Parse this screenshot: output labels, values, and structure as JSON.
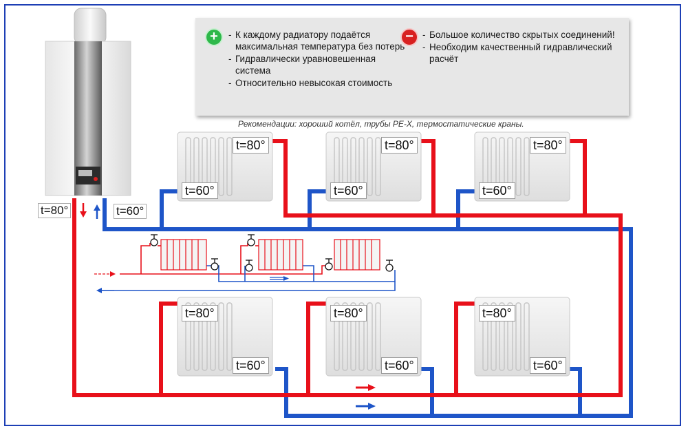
{
  "advantages": [
    "К каждому радиатору подаётся максимальная температура без потерь",
    "Гидравлически уравновешенная система",
    "Относительно невысокая стоимость"
  ],
  "disadvantages": [
    "Большое количество скрытых соединений!",
    "Необходим качественный гидравлический расчёт"
  ],
  "recommendation": "Рекомендации: хороший котёл, трубы PE-X, термостатические краны.",
  "boiler": {
    "supply_label": "t=80°",
    "return_label": "t=60°"
  },
  "radiators": {
    "upper": [
      {
        "supply": "t=80°",
        "return": "t=60°"
      },
      {
        "supply": "t=80°",
        "return": "t=60°"
      },
      {
        "supply": "t=80°",
        "return": "t=60°"
      }
    ],
    "lower": [
      {
        "supply": "t=80°",
        "return": "t=60°"
      },
      {
        "supply": "t=80°",
        "return": "t=60°"
      },
      {
        "supply": "t=80°",
        "return": "t=60°"
      }
    ]
  },
  "colors": {
    "supply_pipe": "#e8101a",
    "return_pipe": "#1e55c8",
    "frame_border": "#1d3fb5",
    "pro_sign": "#2eb84a",
    "con_sign": "#d82020",
    "panel_bg": "#e7e7e7"
  },
  "icons": [
    "plus-icon",
    "minus-icon",
    "thermostatic-valve-icon",
    "flow-arrow-icon"
  ]
}
